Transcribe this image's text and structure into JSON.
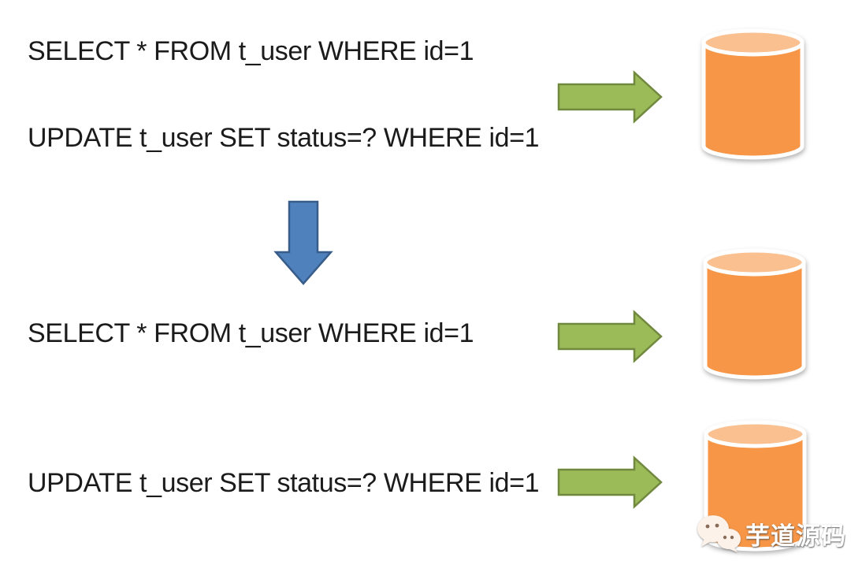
{
  "diagram": {
    "before_group": {
      "select_sql": "SELECT * FROM t_user WHERE id=1",
      "update_sql": "UPDATE t_user SET status=? WHERE id=1"
    },
    "after_group": {
      "select_sql": "SELECT * FROM t_user WHERE id=1",
      "update_sql": "UPDATE t_user SET status=? WHERE id=1"
    },
    "icons": {
      "flow_arrow": "right-arrow-icon",
      "transform_arrow": "down-arrow-icon",
      "database": "database-cylinder-icon",
      "watermark_logo": "wechat-logo-icon"
    }
  },
  "watermark": {
    "label": "芋道源码"
  },
  "colors": {
    "background": "#ffffff",
    "text": "#1b1b1b",
    "arrow_green_fill": "#9bbb59",
    "arrow_green_border": "#71893f",
    "arrow_blue_fill": "#4f81bd",
    "arrow_blue_border": "#385d8a",
    "db_body_fill": "#f79646",
    "db_top_fill": "#fac090",
    "db_outline": "#ffffff",
    "watermark_text": "#ffffff",
    "wechat_bubble_fill": "#fdf2e9",
    "wechat_eye_fill": "#6b4a33"
  }
}
